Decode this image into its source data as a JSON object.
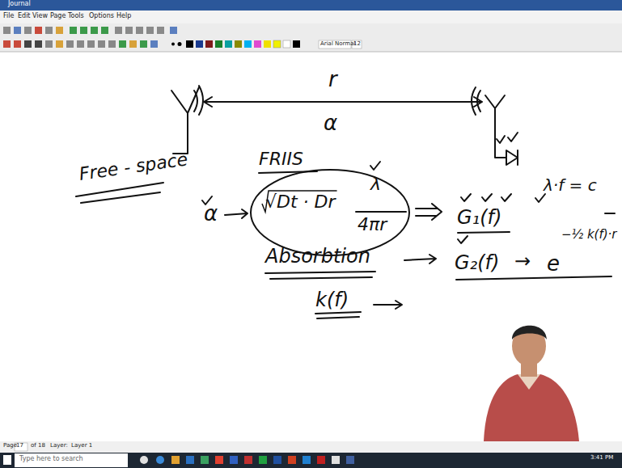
{
  "diagram": {
    "nodes": [
      {
        "text": [
          "√Dt · Dr",
          "λ",
          "4πr"
        ]
      }
    ],
    "labels": [
      "Journal",
      "File",
      "Edit",
      "View",
      "Page",
      "Tools",
      "Options",
      "Help",
      "Arial Normal",
      "12",
      "r",
      "α",
      "Free - space",
      "FRIIS",
      "α",
      "G₁(f)",
      "λ·f = c",
      "Absorbtion",
      "G₂(f)",
      "→",
      "e",
      "−½ k(f)·r",
      "k(f)",
      "Page",
      "17",
      "of 18",
      "Layer:",
      "Layer 1",
      "Type here to search",
      "3:41 PM"
    ]
  }
}
